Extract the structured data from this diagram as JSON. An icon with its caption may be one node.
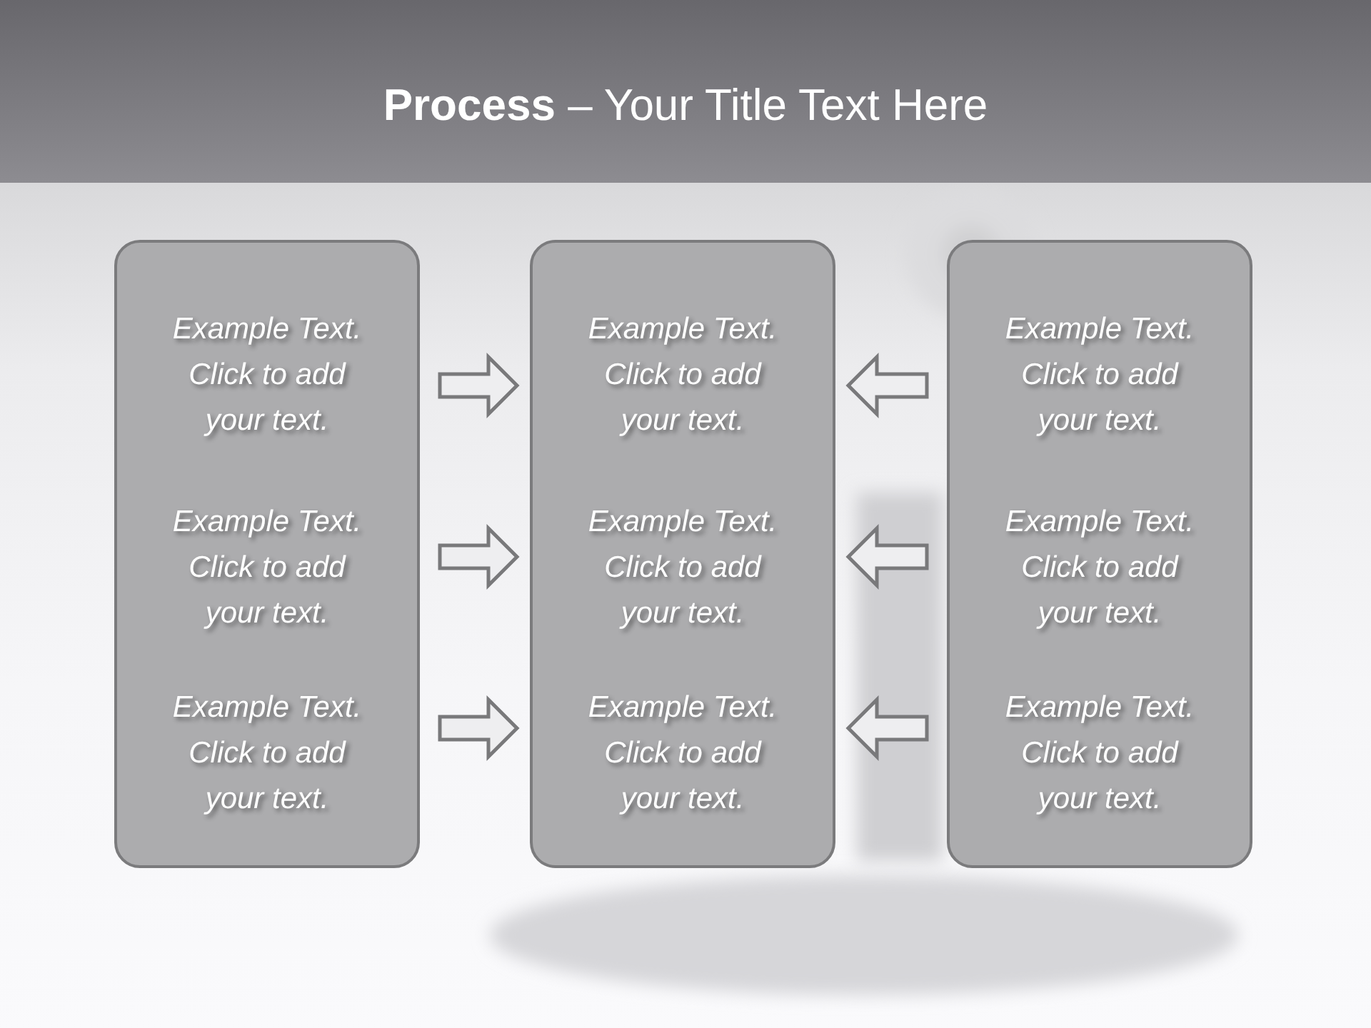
{
  "diagram": {
    "title": "**Process** – Your Title Text Here",
    "nodes": [
      {
        "text": [
          "Example Text. Click to add your text.",
          "Example Text. Click to add your text.",
          "Example Text. Click to add your text."
        ]
      },
      {
        "text": [
          "Example Text. Click to add your text.",
          "Example Text. Click to add your text.",
          "Example Text. Click to add your text."
        ]
      },
      {
        "text": [
          "Example Text. Click to add your text.",
          "Example Text. Click to add your text.",
          "Example Text. Click to add your text."
        ]
      }
    ],
    "edges": [
      {
        "from": 0,
        "to": 1,
        "arrow": "to"
      },
      {
        "from": 0,
        "to": 1,
        "arrow": "to"
      },
      {
        "from": 0,
        "to": 1,
        "arrow": "to"
      },
      {
        "from": 2,
        "to": 1,
        "arrow": "to"
      },
      {
        "from": 2,
        "to": 1,
        "arrow": "to"
      },
      {
        "from": 2,
        "to": 1,
        "arrow": "to"
      }
    ]
  }
}
